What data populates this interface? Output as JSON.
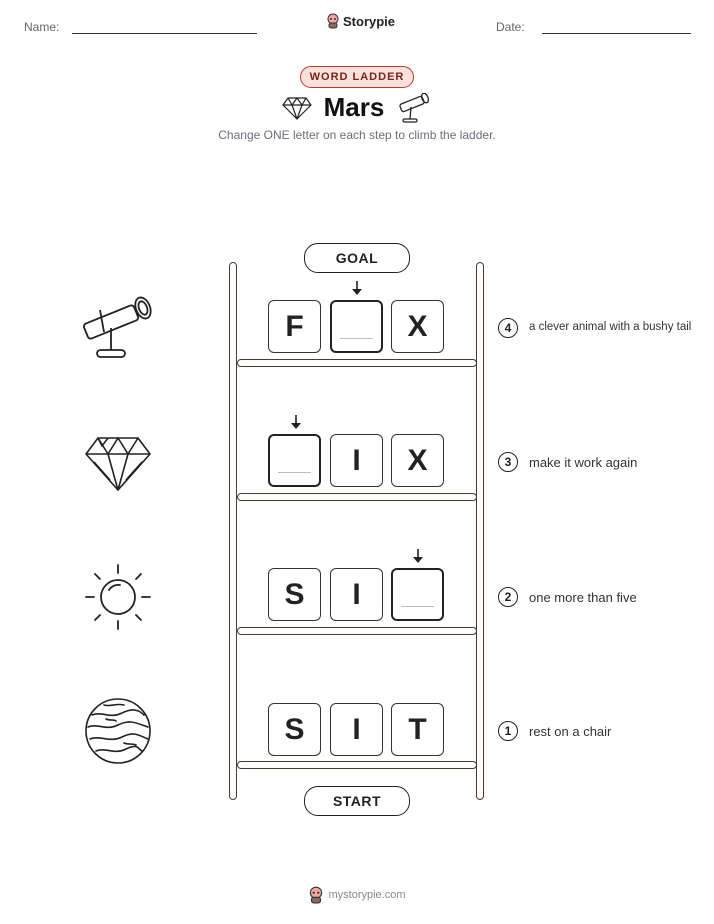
{
  "header": {
    "name_label": "Name:",
    "date_label": "Date:",
    "brand": "Storypie"
  },
  "worksheet": {
    "badge": "WORD LADDER",
    "title": "Mars",
    "instructions": "Change ONE letter on each step to climb the ladder."
  },
  "ladder": {
    "goal_label": "GOAL",
    "start_label": "START",
    "rungs": [
      {
        "number": "4",
        "clue": "a clever animal with a bushy tail",
        "picture": "telescope-icon",
        "letters": [
          "F",
          "",
          "X"
        ],
        "changed_index": 1
      },
      {
        "number": "3",
        "clue": "make it work again",
        "picture": "gem-icon",
        "letters": [
          "",
          "I",
          "X"
        ],
        "changed_index": 0
      },
      {
        "number": "2",
        "clue": "one more than five",
        "picture": "sun-icon",
        "letters": [
          "S",
          "I",
          ""
        ],
        "changed_index": 2
      },
      {
        "number": "1",
        "clue": "rest on a chair",
        "picture": "planet-icon",
        "letters": [
          "S",
          "I",
          "T"
        ],
        "changed_index": -1
      }
    ]
  },
  "footer": {
    "site": "mystorypie.com"
  }
}
